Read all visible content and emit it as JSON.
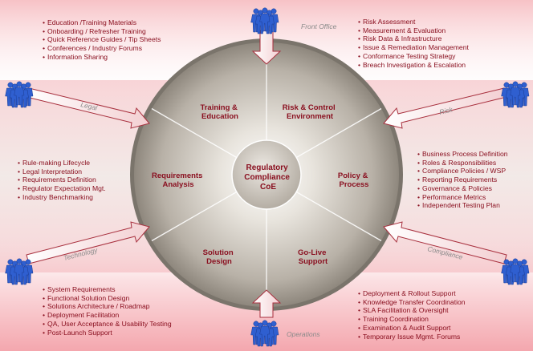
{
  "colors": {
    "text_dark_red": "#8a1020",
    "disc_outer": "#c9c4bb",
    "disc_inner": "#6e6860",
    "center_circle": "#cfc9bf",
    "band_pink": "#f2a3ab",
    "arrow_fill": "#f6d9da",
    "arrow_stroke": "#a8303e",
    "people_blue": "#2f5fd0"
  },
  "center": {
    "lines": [
      "Regulatory",
      "Compliance",
      "CoE"
    ]
  },
  "segments": {
    "training": {
      "lines": [
        "Training &",
        "Education"
      ]
    },
    "risk_control": {
      "lines": [
        "Risk & Control",
        "Environment"
      ]
    },
    "policy": {
      "lines": [
        "Policy &",
        "Process"
      ]
    },
    "golive": {
      "lines": [
        "Go-Live",
        "Support"
      ]
    },
    "solution": {
      "lines": [
        "Solution",
        "Design"
      ]
    },
    "requirements": {
      "lines": [
        "Requirements",
        "Analysis"
      ]
    }
  },
  "stakeholders": {
    "front_office": "Front Office",
    "legal": "Legal",
    "risk": "Risk",
    "technology": "Technology",
    "compliance": "Compliance",
    "operations": "Operations"
  },
  "lists": {
    "training": [
      "Education /Training Materials",
      "Onboarding / Refresher Training",
      "Quick Reference Guides / Tip Sheets",
      "Conferences / Industry Forums",
      "Information Sharing"
    ],
    "risk_control": [
      "Risk Assessment",
      "Measurement & Evaluation",
      "Risk Data & Infrastructure",
      "Issue & Remediation Management",
      "Conformance Testing Strategy",
      "Breach Investigation & Escalation"
    ],
    "requirements": [
      "Rule-making Lifecycle",
      "Legal Interpretation",
      "Requirements Definition",
      "Regulator Expectation Mgt.",
      "Industry Benchmarking"
    ],
    "policy": [
      "Business Process Definition",
      "Roles & Responsibilities",
      "Compliance Policies / WSP",
      "Reporting Requirements",
      "Governance & Policies",
      "Performance Metrics",
      "Independent Testing Plan"
    ],
    "solution": [
      "System Requirements",
      "Functional Solution Design",
      "Solutions Architecture / Roadmap",
      "Deployment Facilitation",
      "QA, User Acceptance & Usability Testing",
      "Post-Launch Support"
    ],
    "golive": [
      "Deployment & Rollout Support",
      "Knowledge Transfer Coordination",
      "SLA Facilitation & Oversight",
      "Training Coordination",
      "Examination & Audit Support",
      "Temporary Issue Mgmt. Forums"
    ]
  }
}
